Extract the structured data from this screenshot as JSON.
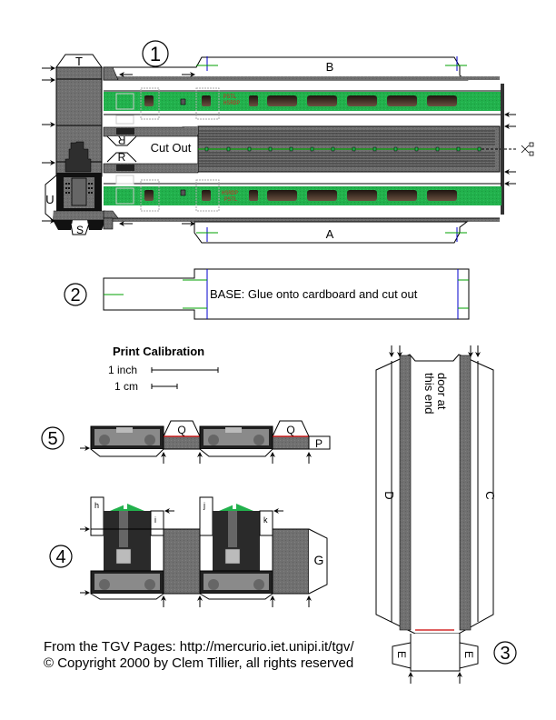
{
  "page": {
    "title": "TGV paper model cut-out sheet"
  },
  "steps": [
    {
      "number": "1"
    },
    {
      "number": "2"
    },
    {
      "number": "3"
    },
    {
      "number": "4"
    },
    {
      "number": "5"
    }
  ],
  "part1": {
    "labels": {
      "T": "T",
      "R_top": "R",
      "R_bottom": "R",
      "U": "U",
      "S": "S",
      "A": "A",
      "B": "B"
    },
    "cut_out": "Cut Out",
    "car_marking_line1": "HSRDP",
    "car_marking_line2": "PSTL"
  },
  "part2": {
    "base_text": "BASE:  Glue onto cardboard and cut out"
  },
  "calibration": {
    "title": "Print Calibration",
    "rows": [
      {
        "label": "1 inch"
      },
      {
        "label": "1 cm"
      }
    ]
  },
  "part3": {
    "labels": {
      "C": "C",
      "D": "D",
      "E_left": "E",
      "E_right": "E"
    },
    "door_line1": "door at",
    "door_line2": "this end"
  },
  "part4": {
    "labels": {
      "h": "h",
      "i": "i",
      "j": "j",
      "k": "k",
      "G": "G"
    }
  },
  "part5": {
    "labels": {
      "Q1": "Q",
      "Q2": "Q",
      "P": "P"
    }
  },
  "footer": {
    "line1": "From the TGV Pages: http://mercurio.iet.unipi.it/tgv/",
    "line2": "© Copyright 2000 by Clem Tillier, all rights reserved"
  },
  "colors": {
    "green": "#22b14c",
    "dark_gray": "#404040",
    "mid_gray": "#7a7a7a",
    "window_brown": "#3a2a22",
    "blue_mark": "#0000cc",
    "red_line": "#cc0000"
  }
}
